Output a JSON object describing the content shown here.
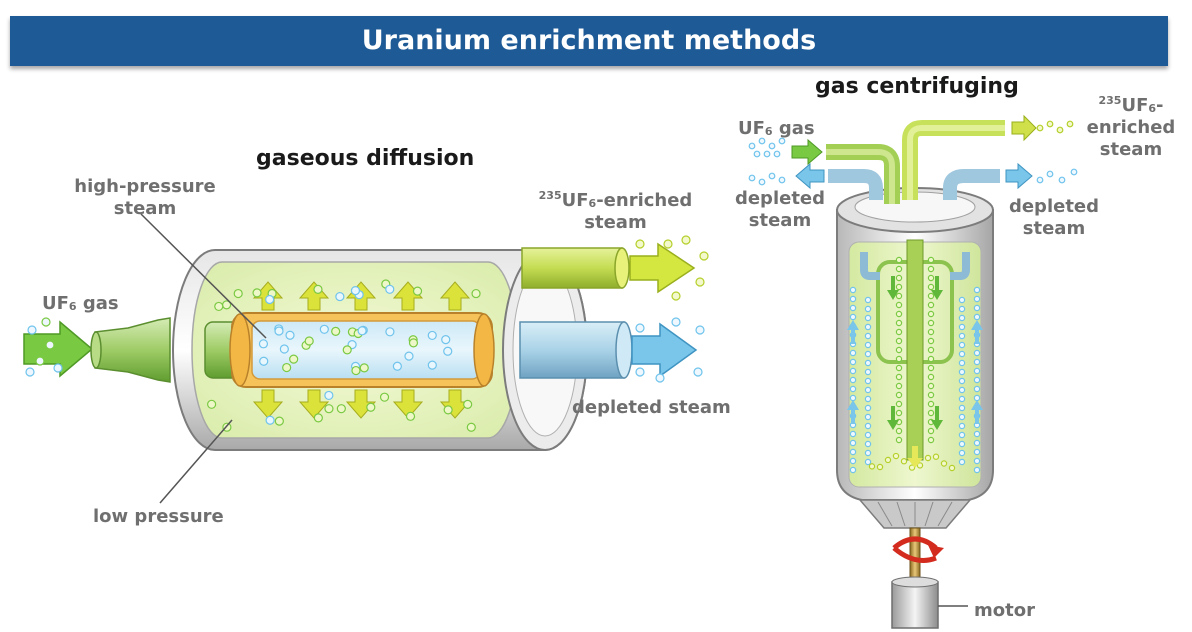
{
  "title": "Uranium enrichment methods",
  "diffusion": {
    "title": "gaseous diffusion",
    "high_pressure_line1": "high-pressure",
    "high_pressure_line2": "steam",
    "uf6_prefix": "UF",
    "uf6_sub": "6",
    "uf6_suffix": " gas",
    "enriched_sup": "235",
    "enriched_mid": "UF",
    "enriched_sub": "6",
    "enriched_suffix": "-enriched",
    "enriched_line2": "steam",
    "depleted": "depleted steam",
    "low_pressure": "low pressure"
  },
  "centrifuge": {
    "title": "gas centrifuging",
    "uf6_prefix": "UF",
    "uf6_sub": "6",
    "uf6_suffix": " gas",
    "enriched_sup": "235",
    "enriched_mid": "UF",
    "enriched_sub": "6",
    "enriched_suffix": "-",
    "enriched_line2": "enriched",
    "enriched_line3": "steam",
    "depleted_left_line1": "depleted",
    "depleted_left_line2": "steam",
    "depleted_right_line1": "depleted",
    "depleted_right_line2": "steam",
    "motor": "motor"
  },
  "colors": {
    "banner": "#1e5a96",
    "enriched_green": "#7ac943",
    "yellow_green": "#cfe84a",
    "depleted_blue": "#6fc3ec",
    "label_gray": "#6f6f6f"
  }
}
